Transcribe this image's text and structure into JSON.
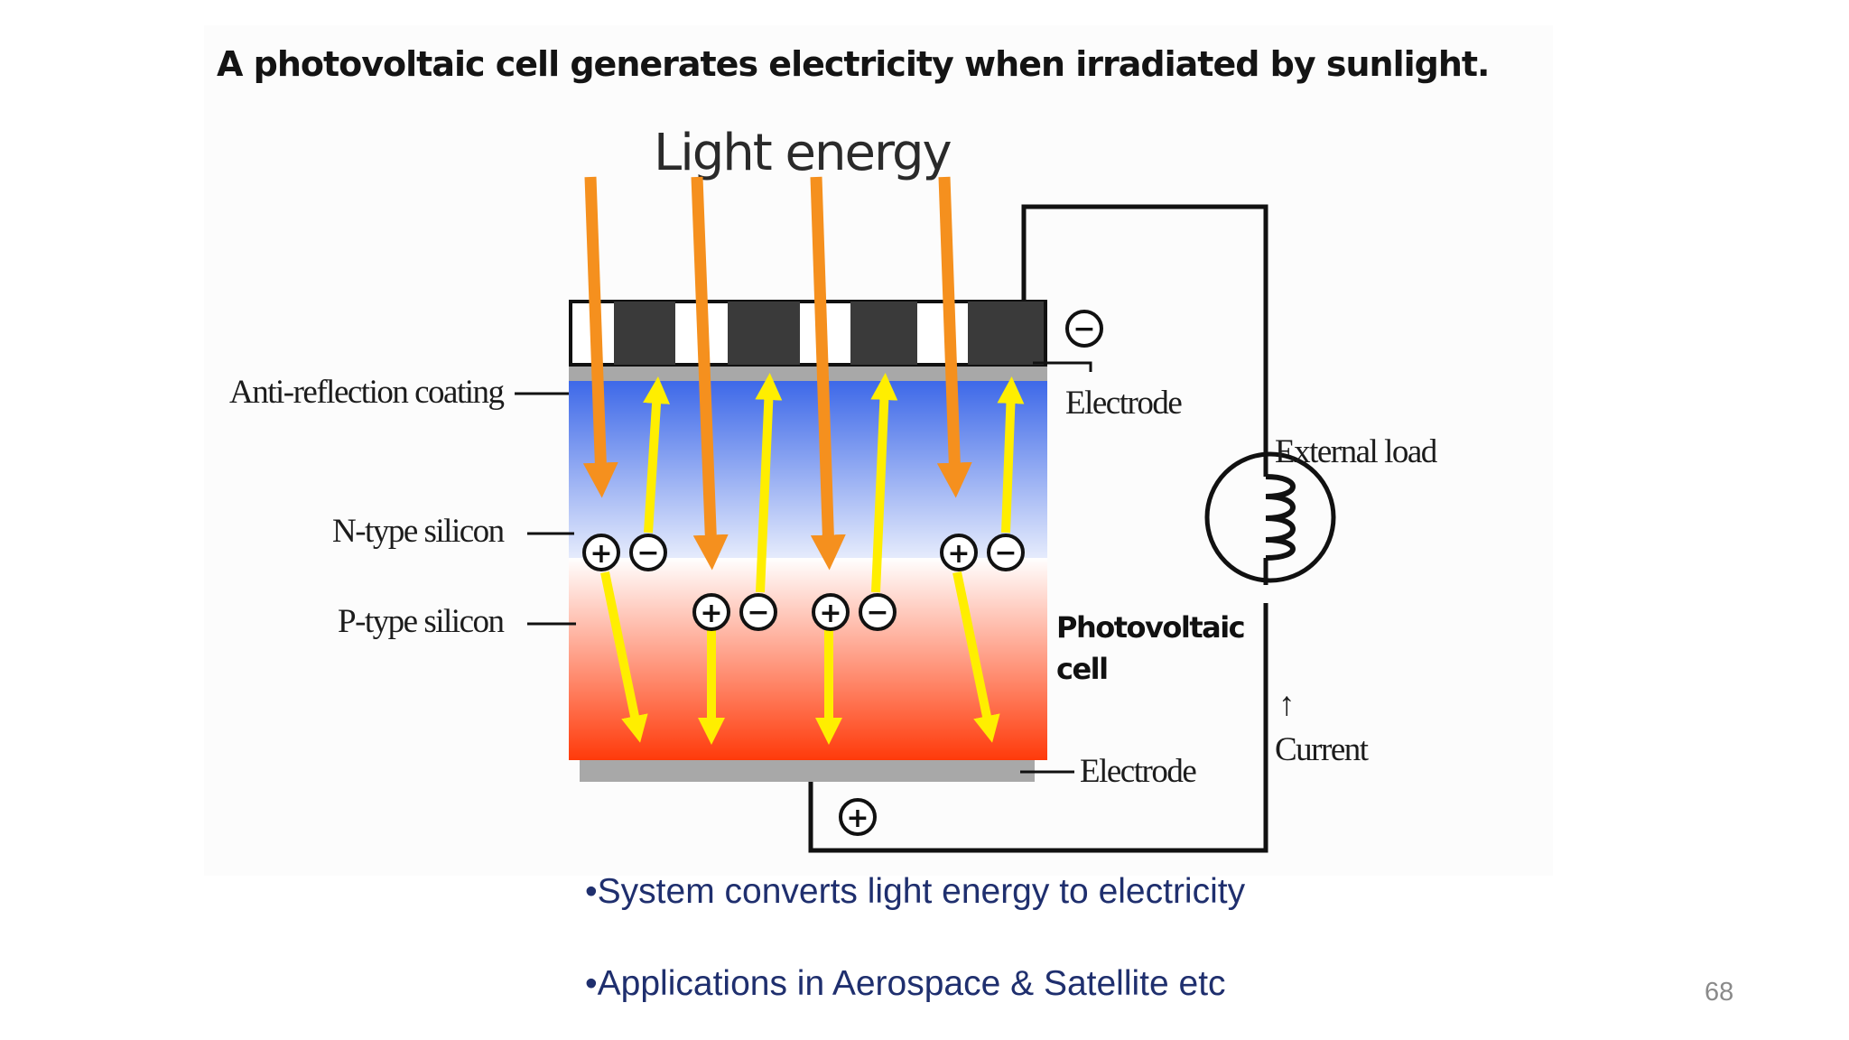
{
  "slide": {
    "bullets": [
      "•System converts light energy to electricity",
      "•Applications in Aerospace & Satellite etc"
    ],
    "page_number": "68"
  },
  "figure": {
    "title": "A photovoltaic cell generates electricity when irradiated by sunlight.",
    "light_energy": "Light energy",
    "anti_reflection": "Anti-reflection coating",
    "n_type": "N-type silicon",
    "p_type": "P-type silicon",
    "electrode_top": "Electrode",
    "electrode_bottom": "Electrode",
    "external_load": "External load",
    "pv_cell_line1": "Photovoltaic",
    "pv_cell_line2": "cell",
    "current_arrow": "↑",
    "current": "Current",
    "colors": {
      "sun_arrow": "#f5901e",
      "carrier_arrow": "#ffee00",
      "n_region_top": "#3a66e8",
      "p_region_bottom": "#ff3a0a",
      "slide_text": "#1f2f6e"
    }
  }
}
